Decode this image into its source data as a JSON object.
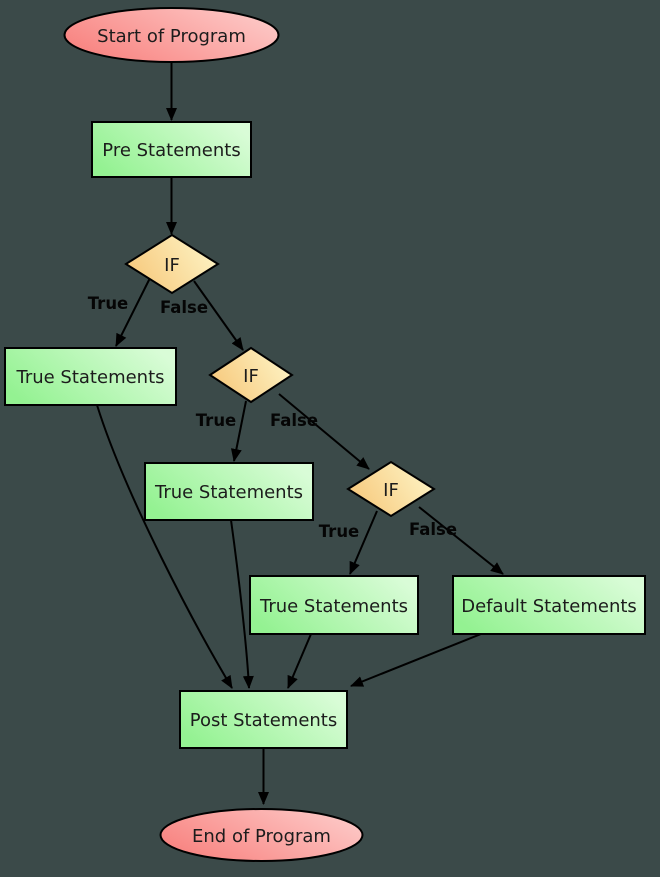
{
  "diagram": {
    "kind": "flowchart",
    "nodes": {
      "start": {
        "label": "Start of Program",
        "shape": "ellipse"
      },
      "pre": {
        "label": "Pre Statements",
        "shape": "box"
      },
      "if1": {
        "label": "IF",
        "shape": "diamond"
      },
      "ts1": {
        "label": "True Statements",
        "shape": "box"
      },
      "if2": {
        "label": "IF",
        "shape": "diamond"
      },
      "ts2": {
        "label": "True Statements",
        "shape": "box"
      },
      "if3": {
        "label": "IF",
        "shape": "diamond"
      },
      "ts3": {
        "label": "True Statements",
        "shape": "box"
      },
      "default": {
        "label": "Default Statements",
        "shape": "box"
      },
      "post": {
        "label": "Post Statements",
        "shape": "box"
      },
      "end": {
        "label": "End of Program",
        "shape": "ellipse"
      }
    },
    "edge_labels": {
      "if1_true": "True",
      "if1_false": "False",
      "if2_true": "True",
      "if2_false": "False",
      "if3_true": "True",
      "if3_false": "False"
    },
    "colors": {
      "background": "#3b4a49",
      "terminal_gradient_from": "#f8827f",
      "terminal_gradient_to": "#fdc9c7",
      "process_gradient_from": "#94f292",
      "process_gradient_to": "#d9fcd7",
      "decision_gradient_from": "#f7c87b",
      "decision_gradient_to": "#fdf3c4",
      "stroke": "#000000",
      "text": "#1c1c1c"
    }
  }
}
